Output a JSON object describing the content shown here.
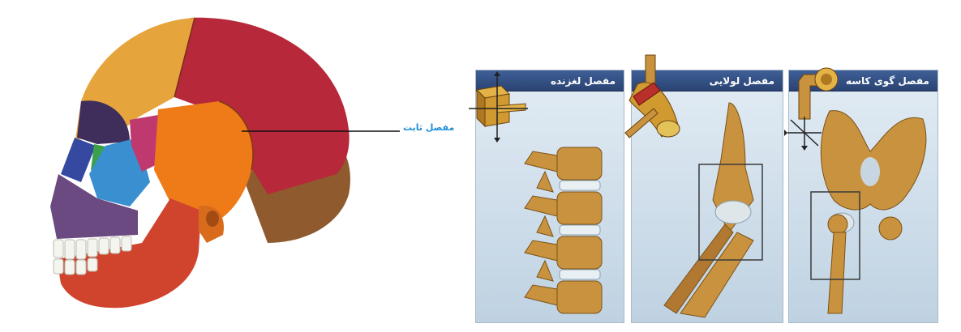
{
  "skull_label": "مفصل ثابت",
  "joints": [
    {
      "label": "مفصل لغزنده",
      "icon": "sliding-joint-icon",
      "image": "vertebrae"
    },
    {
      "label": "مفصل لولایی",
      "icon": "hinge-joint-icon",
      "image": "elbow"
    },
    {
      "label": "مفصل گوی کاسه",
      "icon": "ball-socket-joint-icon",
      "image": "hip"
    }
  ],
  "colors": {
    "panel_header": "#2f4b80",
    "panel_bg": "#d4e1ec",
    "bone": "#c9923e",
    "callout_text": "#1e90d8"
  }
}
